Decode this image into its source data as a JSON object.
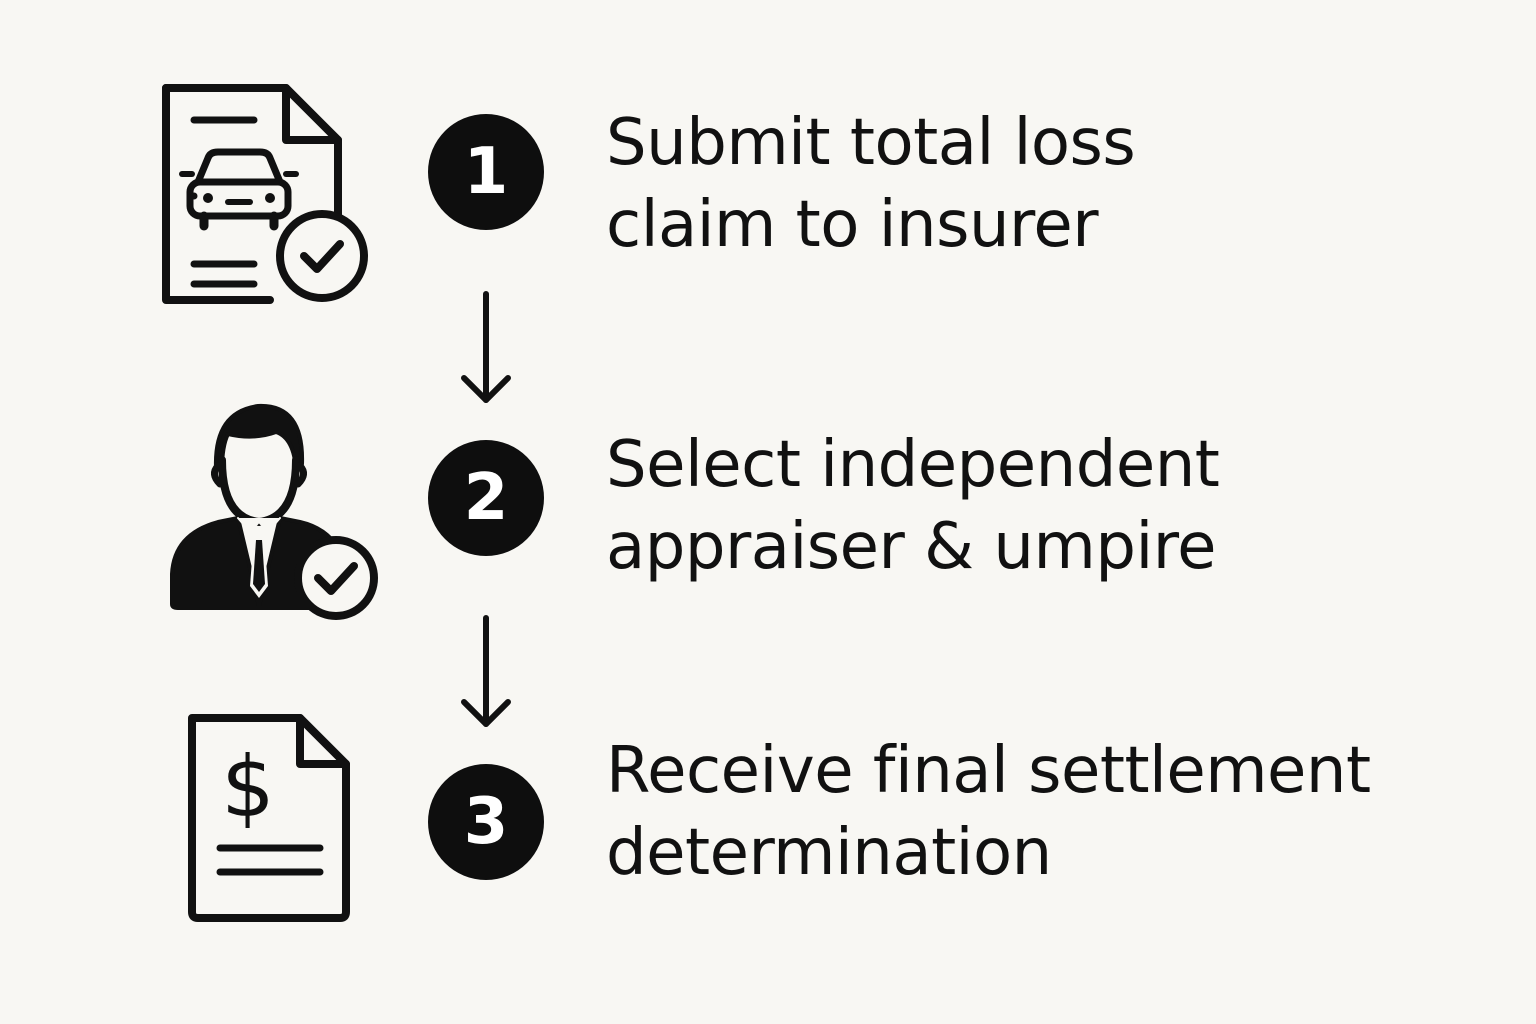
{
  "colors": {
    "background": "#f8f7f3",
    "badge": "#0e0e0e",
    "badge_text": "#ffffff",
    "text": "#111111"
  },
  "steps": [
    {
      "number": "1",
      "icon": "car-claim-document-check-icon",
      "line1": "Submit total loss",
      "line2": "claim to insurer"
    },
    {
      "number": "2",
      "icon": "appraiser-person-check-icon",
      "line1": "Select independent",
      "line2": "appraiser & umpire"
    },
    {
      "number": "3",
      "icon": "dollar-document-icon",
      "line1": "Receive final settlement",
      "line2": "determination"
    }
  ],
  "connectors": [
    {
      "from": "1",
      "to": "2",
      "icon": "arrow-down-icon"
    },
    {
      "from": "2",
      "to": "3",
      "icon": "arrow-down-icon"
    }
  ]
}
